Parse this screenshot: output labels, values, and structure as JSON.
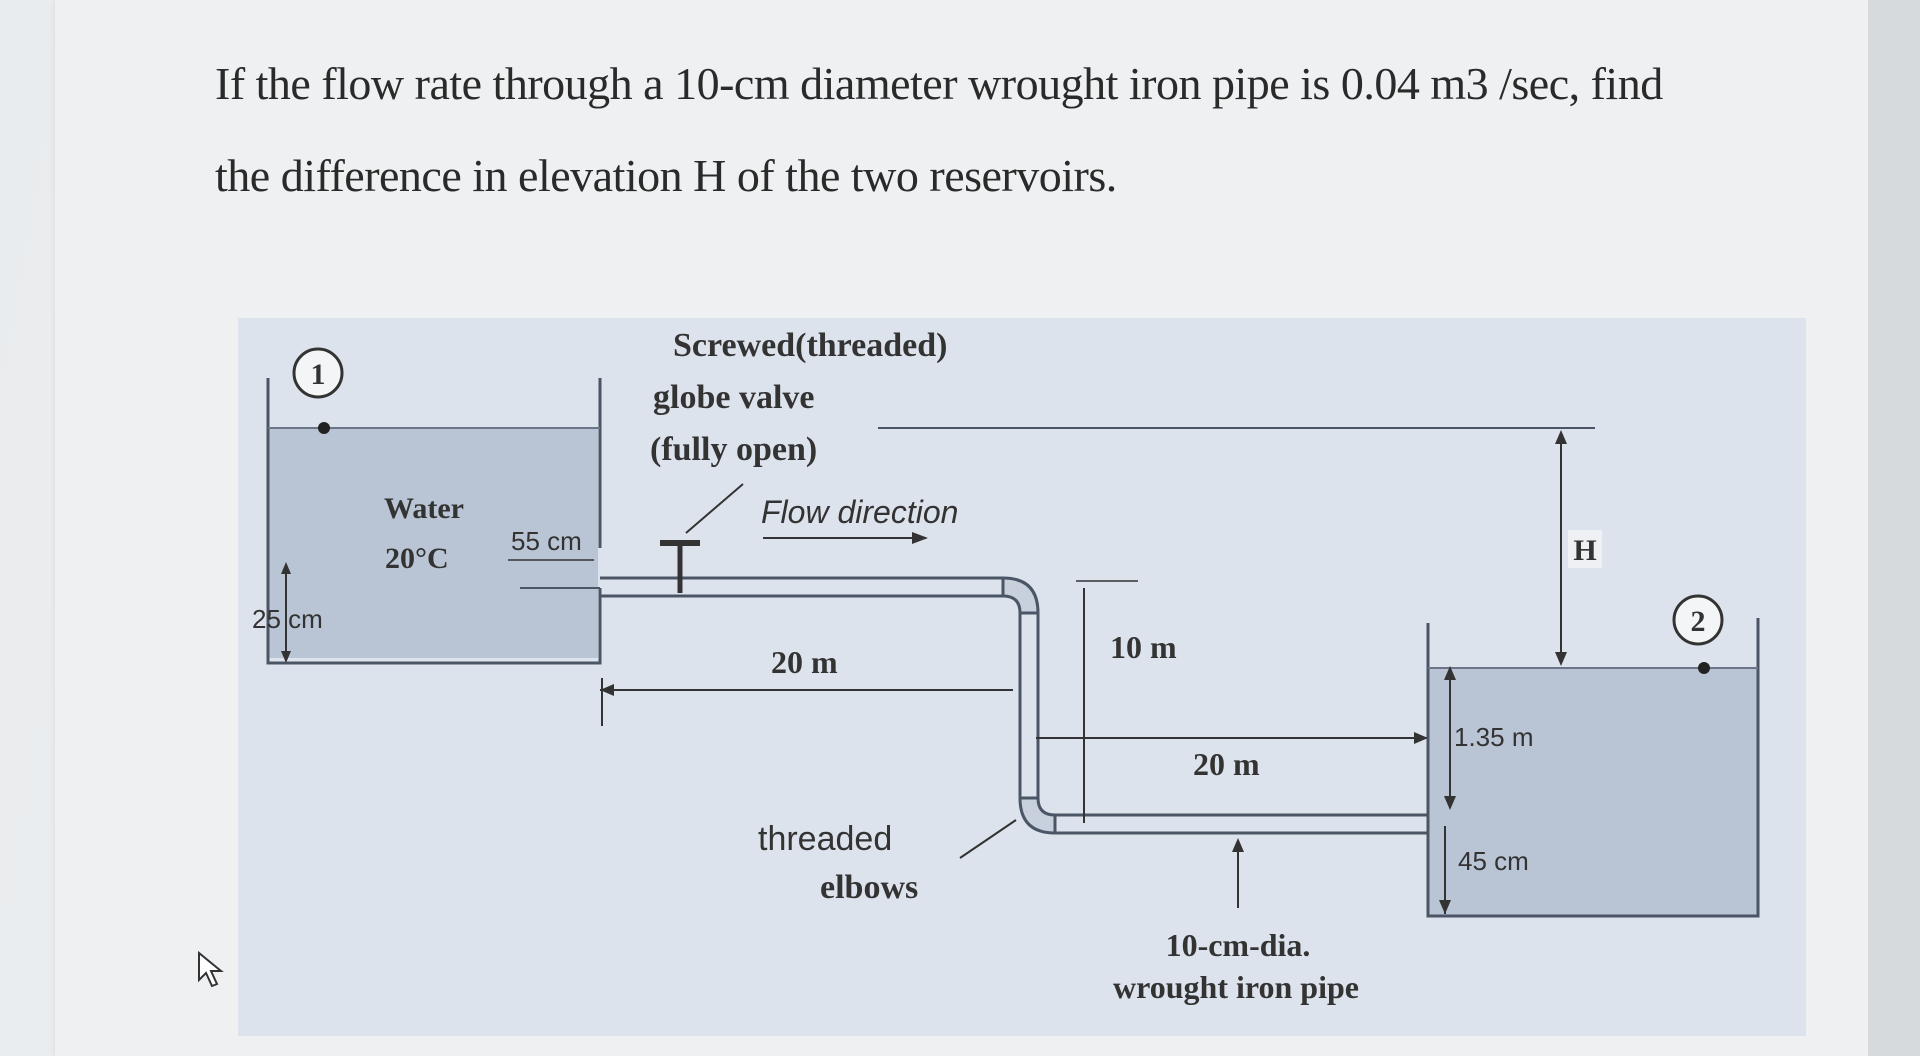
{
  "question": {
    "line1": "If the flow rate through a 10-cm diameter wrought iron pipe is 0.04 m3 /sec, find",
    "line2": "the difference in elevation H of the two reservoirs."
  },
  "figure": {
    "reservoir1_marker": "1",
    "reservoir2_marker": "2",
    "water_label": "Water",
    "temp_label": "20°C",
    "depth_25": "25 cm",
    "depth_55": "55 cm",
    "valve_line1": "Screwed(threaded)",
    "valve_line2": "globe valve",
    "valve_line3": "(fully open)",
    "flow_label": "Flow direction",
    "len_20a": "20 m",
    "len_10": "10 m",
    "len_20b": "20 m",
    "elbow_line1": "threaded",
    "elbow_line2": "elbows",
    "pipe_line1": "10-cm-dia.",
    "pipe_line2": "wrought iron pipe",
    "dim_135": "1.35 m",
    "dim_45": "45 cm",
    "h_label": "H"
  },
  "colors": {
    "water": "#b9c4d4",
    "figure_bg": "#dde3ec",
    "line": "#4a5566"
  }
}
